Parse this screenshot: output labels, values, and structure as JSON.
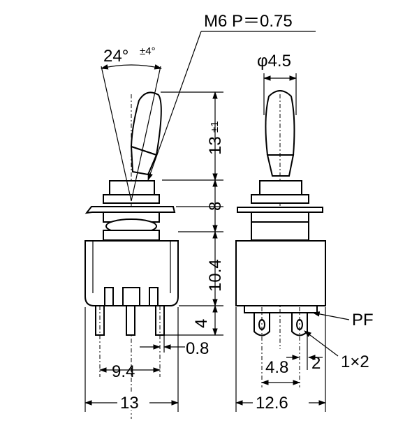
{
  "labels": {
    "thread": "M6 P＝0.75",
    "angle": "24°",
    "angle_tol": "±4°",
    "diameter": "φ4.5",
    "lever_height": "13",
    "lever_height_tol": "±1",
    "bushing": "8",
    "body_height": "10.4",
    "terminal_length": "4",
    "terminal_pitch": "9.4",
    "terminal_thickness": "0.8",
    "width_front": "13",
    "terminal_spacing_side": "4.8",
    "terminal_width_side": "2",
    "hole_size": "1×2",
    "finish": "PF",
    "width_side": "12.6"
  }
}
